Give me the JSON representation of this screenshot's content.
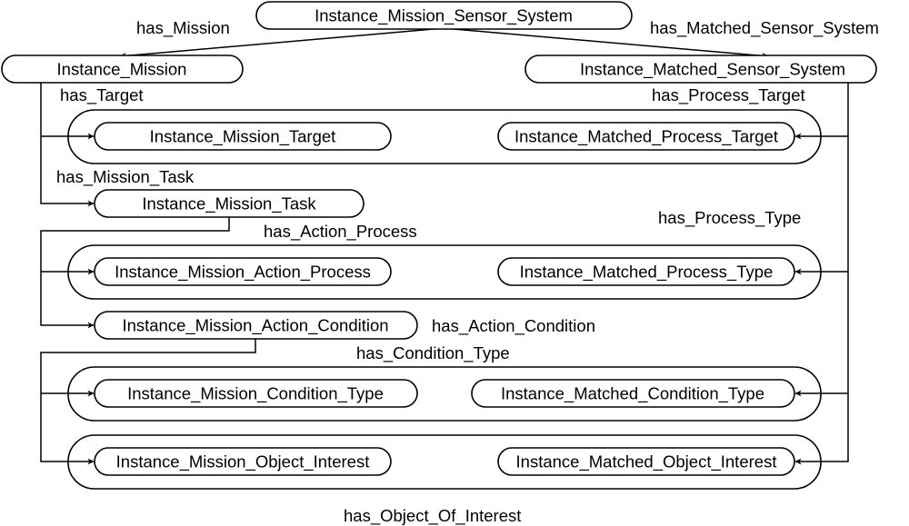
{
  "nodes": {
    "sensor_system": "Instance_Mission_Sensor_System",
    "mission": "Instance_Mission",
    "matched_sensor_system": "Instance_Matched_Sensor_System",
    "mission_target": "Instance_Mission_Target",
    "matched_process_target": "Instance_Matched_Process_Target",
    "mission_task": "Instance_Mission_Task",
    "mission_action_process": "Instance_Mission_Action_Process",
    "matched_process_type": "Instance_Matched_Process_Type",
    "mission_action_condition": "Instance_Mission_Action_Condition",
    "mission_condition_type": "Instance_Mission_Condition_Type",
    "matched_condition_type": "Instance_Matched_Condition_Type",
    "mission_object_interest": "Instance_Mission_Object_Interest",
    "matched_object_interest": "Instance_Matched_Object_Interest"
  },
  "edges": {
    "has_mission": "has_Mission",
    "has_matched_sensor_system": "has_Matched_Sensor_System",
    "has_target": "has_Target",
    "has_process_target": "has_Process_Target",
    "has_mission_task": "has_Mission_Task",
    "has_action_process": "has_Action_Process",
    "has_process_type": "has_Process_Type",
    "has_action_condition": "has_Action_Condition",
    "has_condition_type": "has_Condition_Type",
    "has_object_of_interest": "has_Object_Of_Interest"
  }
}
